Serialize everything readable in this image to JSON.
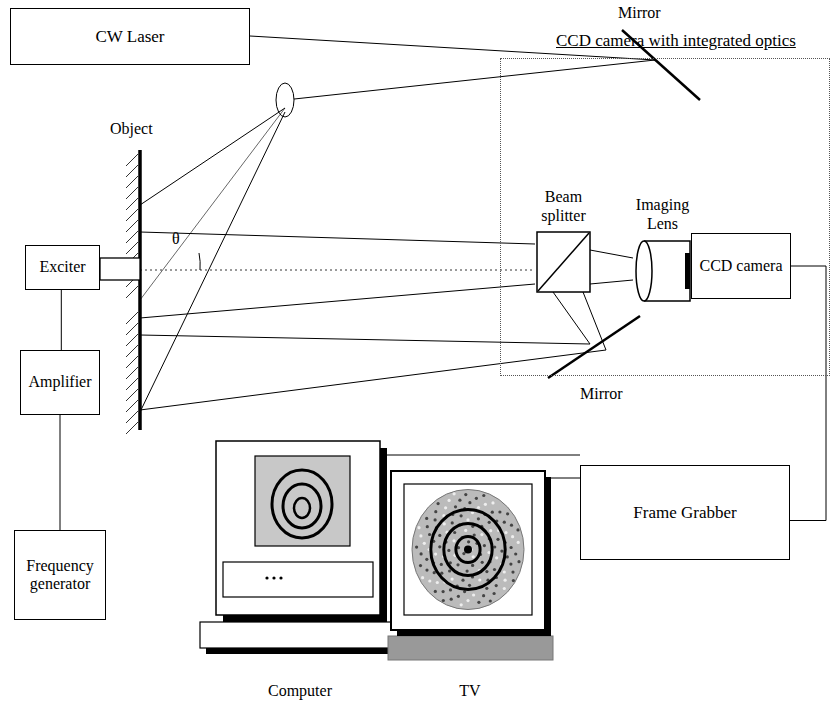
{
  "diagram": {
    "nodes": [
      {
        "text": [
          "CW Laser"
        ]
      },
      {
        "text": [
          "Exciter"
        ]
      },
      {
        "text": [
          "Amplifier"
        ]
      },
      {
        "text": [
          "Frequency generator"
        ]
      },
      {
        "text": [
          "CCD camera with integrated optics"
        ]
      },
      {
        "text": [
          "Beam splitter"
        ],
        "in": 4
      },
      {
        "text": [
          "Imaging Lens"
        ],
        "in": 4
      },
      {
        "text": [
          "CCD camera"
        ],
        "in": 4
      },
      {
        "text": [
          "Computer"
        ]
      },
      {
        "text": [
          "TV"
        ]
      },
      {
        "text": [
          "Frame Grabber"
        ]
      }
    ],
    "edges": [
      {
        "from": 1,
        "to": 2,
        "arrow": "none"
      },
      {
        "from": 2,
        "to": 3,
        "arrow": "none"
      },
      {
        "from": 8,
        "to": 10,
        "arrow": "none"
      },
      {
        "from": 9,
        "to": 10,
        "arrow": "none"
      },
      {
        "from": 7,
        "to": 10,
        "arrow": "none"
      }
    ],
    "labels": [
      "Mirror",
      "Object",
      "θ",
      "Mirror"
    ]
  }
}
